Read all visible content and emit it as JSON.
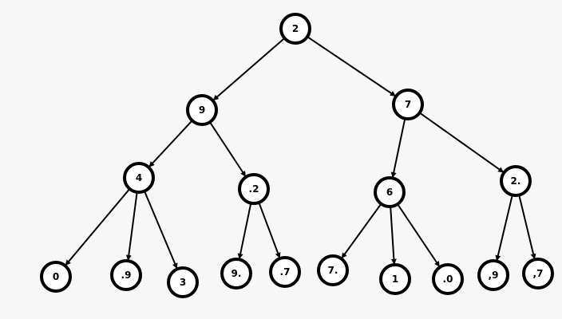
{
  "tree": {
    "nodes": [
      {
        "id": "n0",
        "label": "2"
      },
      {
        "id": "n1",
        "label": "9"
      },
      {
        "id": "n2",
        "label": "7"
      },
      {
        "id": "n3",
        "label": "4"
      },
      {
        "id": "n4",
        "label": ".2"
      },
      {
        "id": "n5",
        "label": "6"
      },
      {
        "id": "n6",
        "label": "2."
      },
      {
        "id": "n7",
        "label": "0"
      },
      {
        "id": "n8",
        "label": ".9"
      },
      {
        "id": "n9",
        "label": "3"
      },
      {
        "id": "n10",
        "label": "9."
      },
      {
        "id": "n11",
        "label": ".7"
      },
      {
        "id": "n12",
        "label": "7."
      },
      {
        "id": "n13",
        "label": "1"
      },
      {
        "id": "n14",
        "label": ".0"
      },
      {
        "id": "n15",
        "label": ",9"
      },
      {
        "id": "n16",
        "label": ",7"
      }
    ],
    "edges": [
      {
        "from": "n0",
        "to": "n1"
      },
      {
        "from": "n0",
        "to": "n2"
      },
      {
        "from": "n1",
        "to": "n3"
      },
      {
        "from": "n1",
        "to": "n4"
      },
      {
        "from": "n2",
        "to": "n5"
      },
      {
        "from": "n2",
        "to": "n6"
      },
      {
        "from": "n3",
        "to": "n7"
      },
      {
        "from": "n3",
        "to": "n8"
      },
      {
        "from": "n3",
        "to": "n9"
      },
      {
        "from": "n4",
        "to": "n10"
      },
      {
        "from": "n4",
        "to": "n11"
      },
      {
        "from": "n5",
        "to": "n12"
      },
      {
        "from": "n5",
        "to": "n13"
      },
      {
        "from": "n5",
        "to": "n14"
      },
      {
        "from": "n6",
        "to": "n15"
      },
      {
        "from": "n6",
        "to": "n16"
      }
    ]
  }
}
